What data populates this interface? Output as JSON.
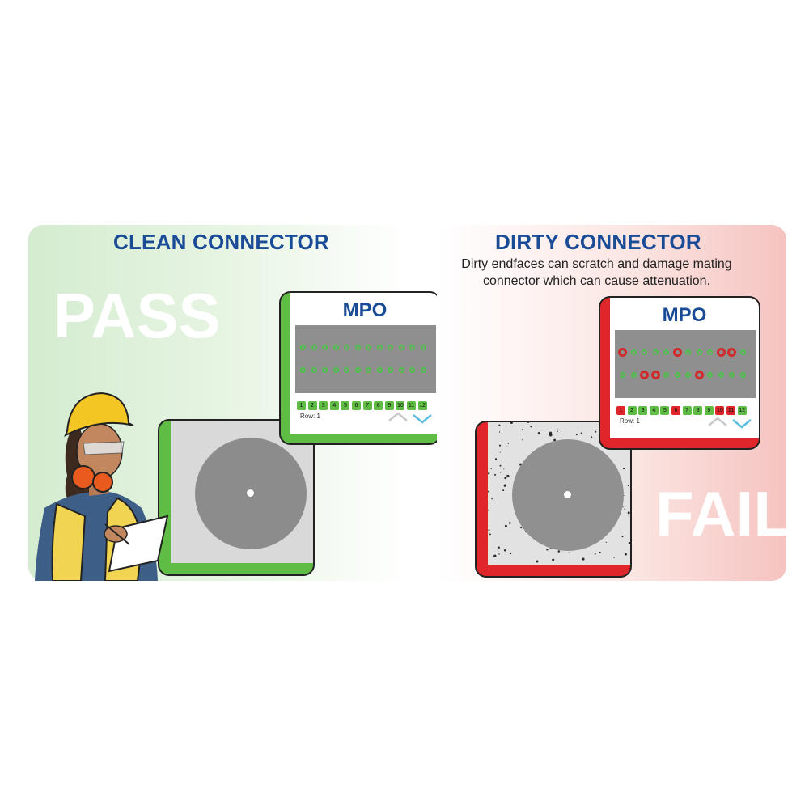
{
  "clean": {
    "heading": "CLEAN CONNECTOR",
    "verdict": "PASS",
    "accent": "#5fbd45",
    "mpo_title": "MPO",
    "row_label": "Row: 1",
    "channels": [
      "1",
      "2",
      "3",
      "4",
      "5",
      "6",
      "7",
      "8",
      "9",
      "10",
      "11",
      "12"
    ],
    "channel_status": [
      "pass",
      "pass",
      "pass",
      "pass",
      "pass",
      "pass",
      "pass",
      "pass",
      "pass",
      "pass",
      "pass",
      "pass"
    ],
    "top_row_bad": [],
    "bottom_row_bad": []
  },
  "dirty": {
    "heading": "DIRTY CONNECTOR",
    "description_line1": "Dirty endfaces can scratch and damage mating",
    "description_line2": "connector which can cause attenuation.",
    "verdict": "FAIL",
    "accent": "#e0262b",
    "mpo_title": "MPO",
    "row_label": "Row: 1",
    "channels": [
      "1",
      "2",
      "3",
      "4",
      "5",
      "6",
      "7",
      "8",
      "9",
      "10",
      "11",
      "12"
    ],
    "channel_status": [
      "fail",
      "pass",
      "pass",
      "pass",
      "pass",
      "fail",
      "pass",
      "pass",
      "pass",
      "fail",
      "fail",
      "pass"
    ],
    "top_row_bad": [
      0,
      5,
      9,
      10
    ],
    "bottom_row_bad": [
      2,
      3,
      7
    ]
  },
  "colors": {
    "heading_blue": "#1a4b96",
    "pass_green": "#5fbd45",
    "fail_red": "#e0262b"
  },
  "icons": [
    "chevron-up-icon",
    "chevron-down-icon",
    "technician-illustration"
  ]
}
